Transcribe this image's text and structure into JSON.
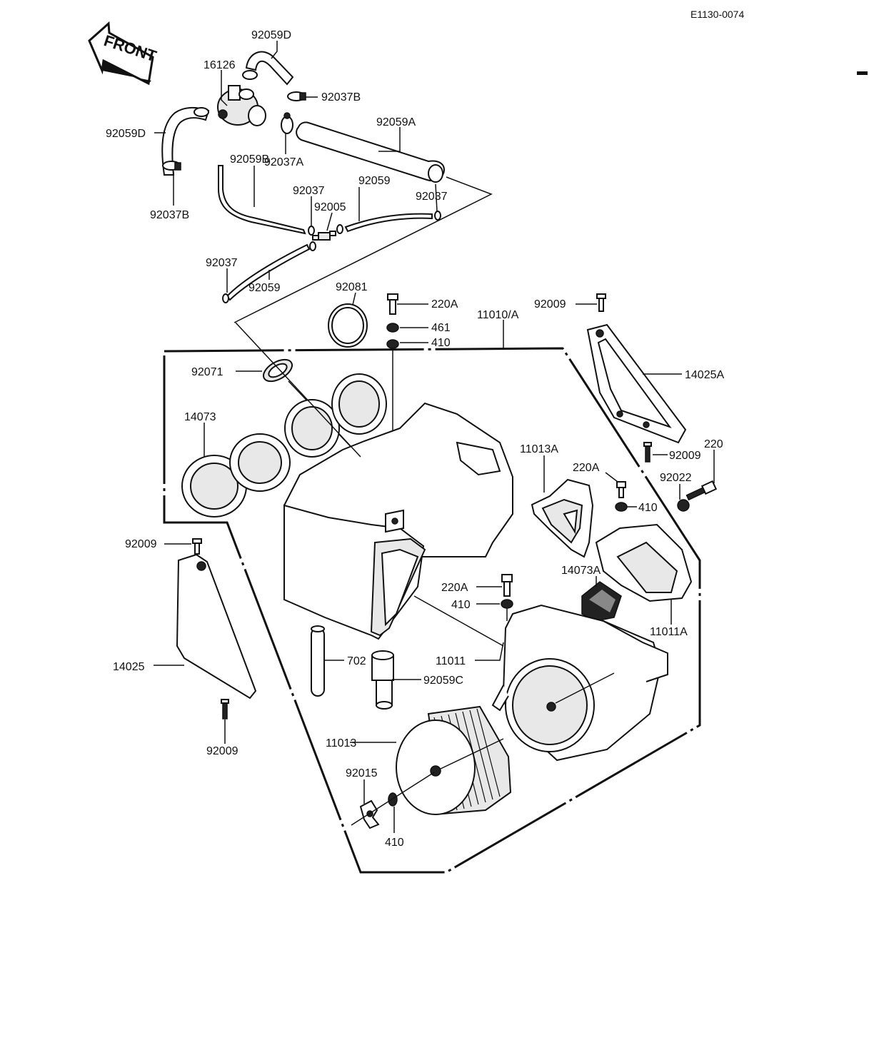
{
  "diagram_id": "E1130-0074",
  "front_label": "FRONT",
  "labels": {
    "l92059D_top": "92059D",
    "l16126": "16126",
    "l92037B_top": "92037B",
    "l92059D_left": "92059D",
    "l92037A": "92037A",
    "l92059A": "92059A",
    "l92059B": "92059B",
    "l92037B_left": "92037B",
    "l92037_mid": "92037",
    "l92005": "92005",
    "l92059_mid": "92059",
    "l92037_right": "92037",
    "l92037_low": "92037",
    "l92059_low": "92059",
    "l92081": "92081",
    "l220A_top": "220A",
    "l461": "461",
    "l410_top": "410",
    "l11010A": "11010/A",
    "l92009_top": "92009",
    "l14025A": "14025A",
    "l92071": "92071",
    "l14073": "14073",
    "l11013A": "11013A",
    "l220A_right": "220A",
    "l410_right": "410",
    "l92009_right": "92009",
    "l220": "220",
    "l92022": "92022",
    "l92009_left": "92009",
    "l14073A": "14073A",
    "l220A_center": "220A",
    "l410_center": "410",
    "l11011A": "11011A",
    "l702": "702",
    "l11011": "11011",
    "l92059C": "92059C",
    "l14025": "14025",
    "l92009_bottom": "92009",
    "l11013": "11013",
    "l92015": "92015",
    "l410_bottom": "410"
  }
}
